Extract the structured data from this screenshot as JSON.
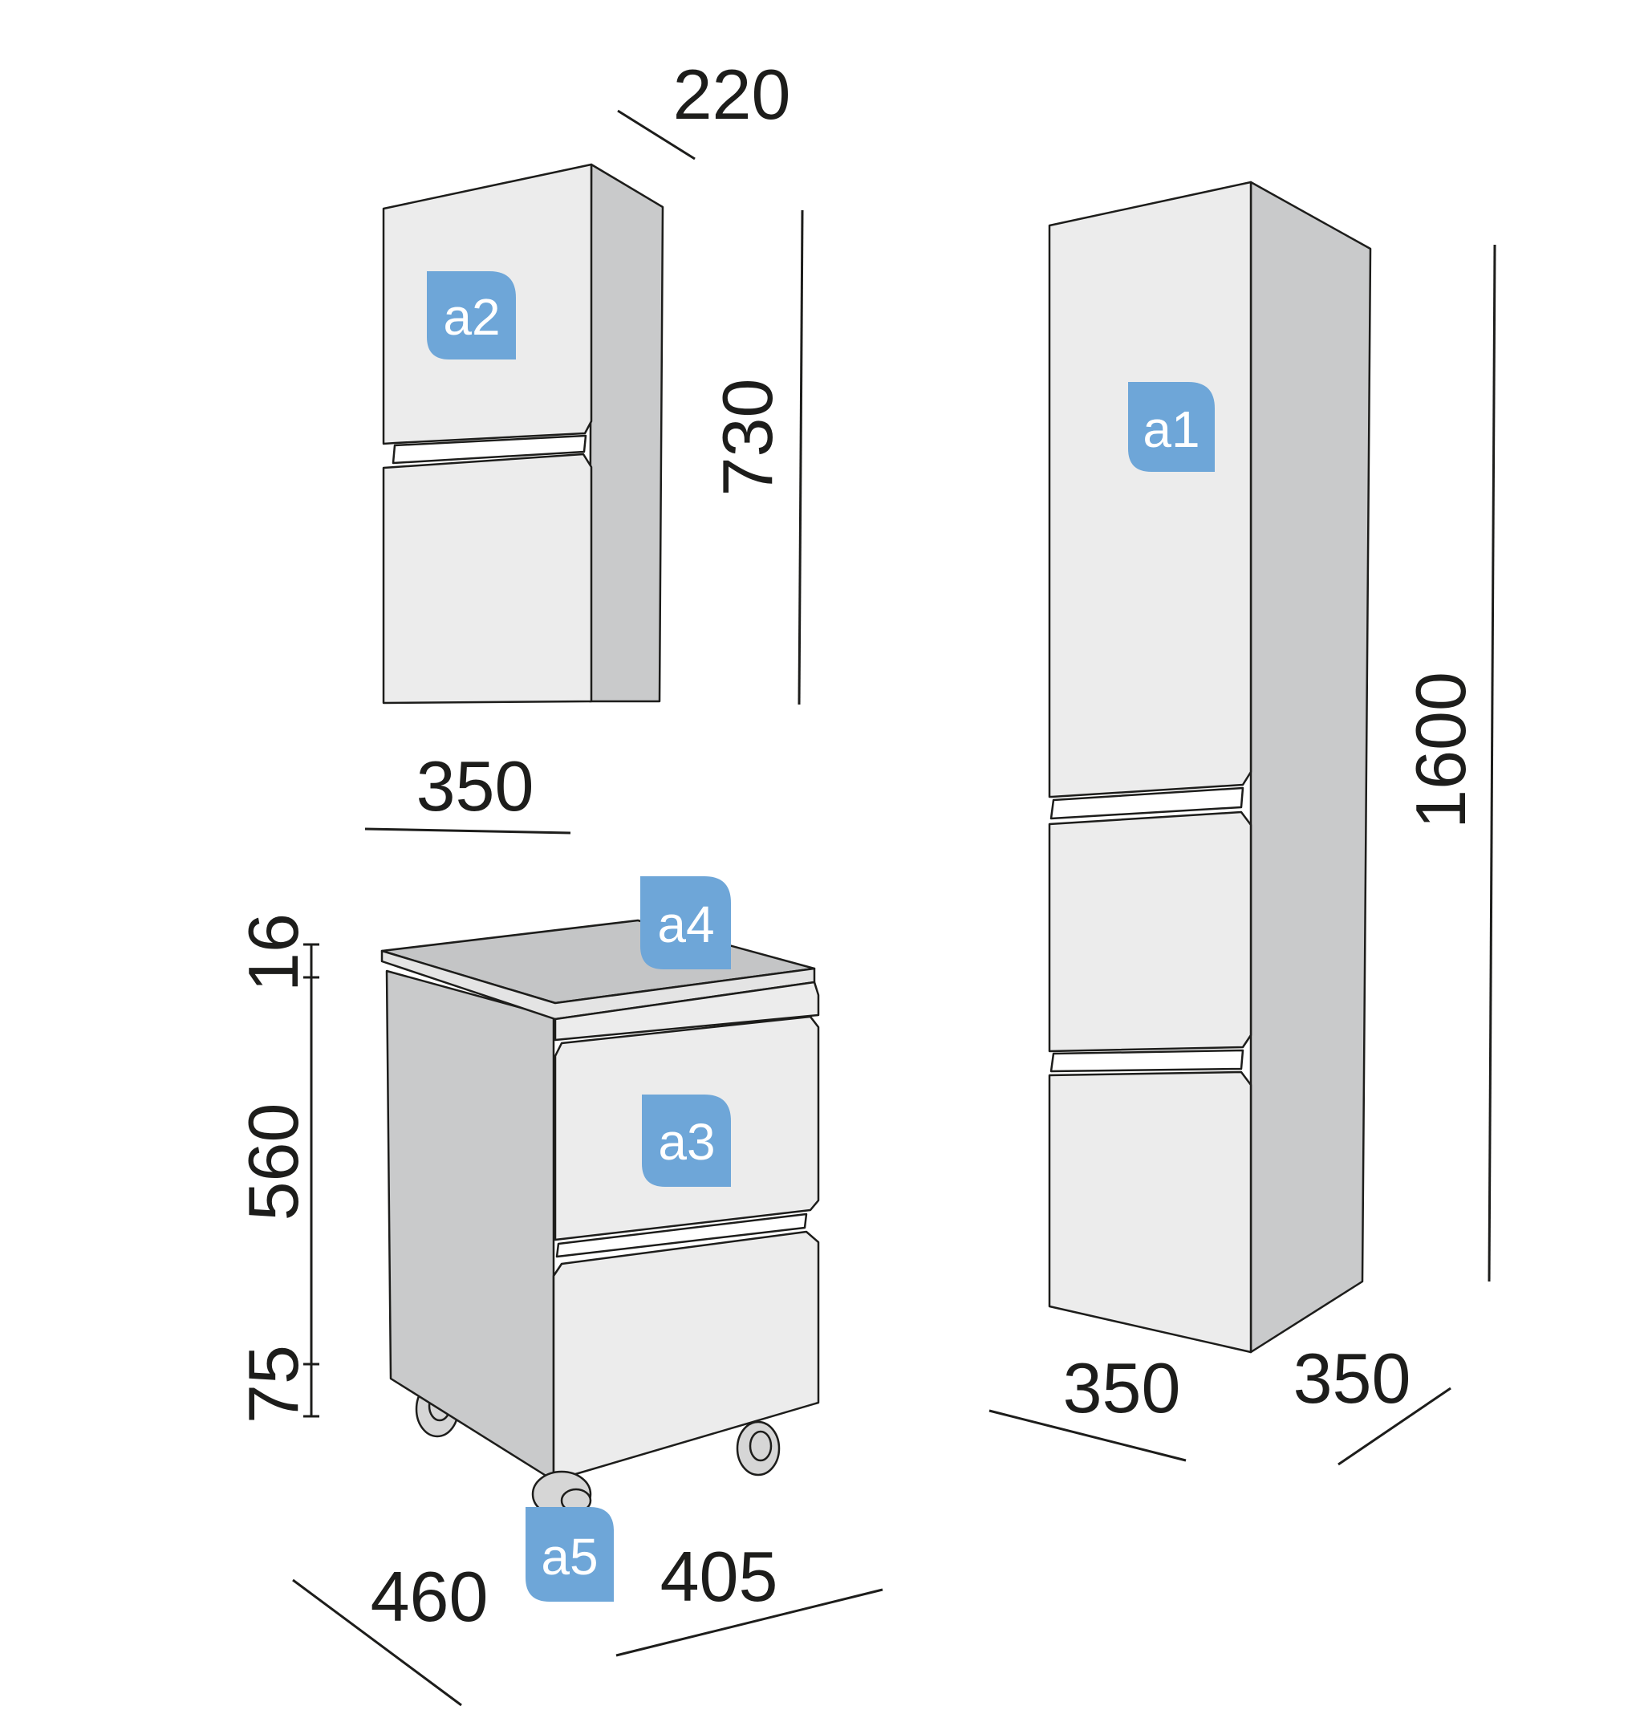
{
  "colors": {
    "badge": "#6ea6d8",
    "front": "#ececec",
    "side": "#c9cacb",
    "line": "#1d1d1b"
  },
  "wall_cabinet": {
    "label": "a2",
    "width": "350",
    "depth": "220",
    "height": "730"
  },
  "tall_cabinet": {
    "label": "a1",
    "width": "350",
    "depth": "350",
    "height": "1600"
  },
  "drawer_unit": {
    "body_label": "a3",
    "top_label": "a4",
    "wheels_label": "a5",
    "width": "405",
    "depth": "460",
    "top_thickness": "16",
    "body_height": "560",
    "wheel_height": "75"
  }
}
